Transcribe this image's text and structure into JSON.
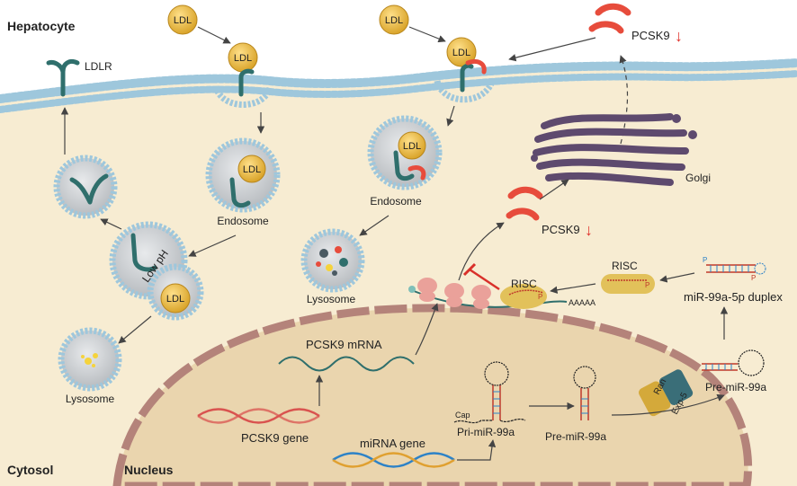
{
  "regions": {
    "hepatocyte": "Hepatocyte",
    "cytosol": "Cytosol",
    "nucleus": "Nucleus"
  },
  "molecules": {
    "ldl": "LDL",
    "ldlr": "LDLR",
    "pcsk9": "PCSK9",
    "golgi": "Golgi",
    "endosome": "Endosome",
    "lysosome": "Lysosome",
    "low_ph": "Low pH",
    "risc": "RISC",
    "aaaaa": "AAAAA",
    "p": "P",
    "ran": "Ran",
    "exp5": "Exp-5",
    "cap": "Cap"
  },
  "labels": {
    "pcsk9_mrna": "PCSK9 mRNA",
    "pcsk9_gene": "PCSK9 gene",
    "mirna_gene": "miRNA gene",
    "pri_mir": "Pri-miR-99a",
    "pre_mir": "Pre-miR-99a",
    "pre_mir_cyto": "Pre-miR-99a",
    "duplex": "miR-99a-5p duplex"
  },
  "indicators": {
    "down_arrow": "↓"
  },
  "colors": {
    "cytoplasm": "#f7ecd2",
    "nucleus": "#ead5ae",
    "nuclear_envelope": "#b4837a",
    "membrane_head": "#9ec7dc",
    "ldl": "#e8b53c",
    "ldlr": "#2f6f6c",
    "pcsk9": "#e74c3c",
    "golgi": "#5e4a6e",
    "risc": "#e2c15a",
    "ribosome": "#eaa19a",
    "dna_red": "#d9534f",
    "dna_blue": "#2d82c7",
    "inhibit": "#d9302a"
  }
}
